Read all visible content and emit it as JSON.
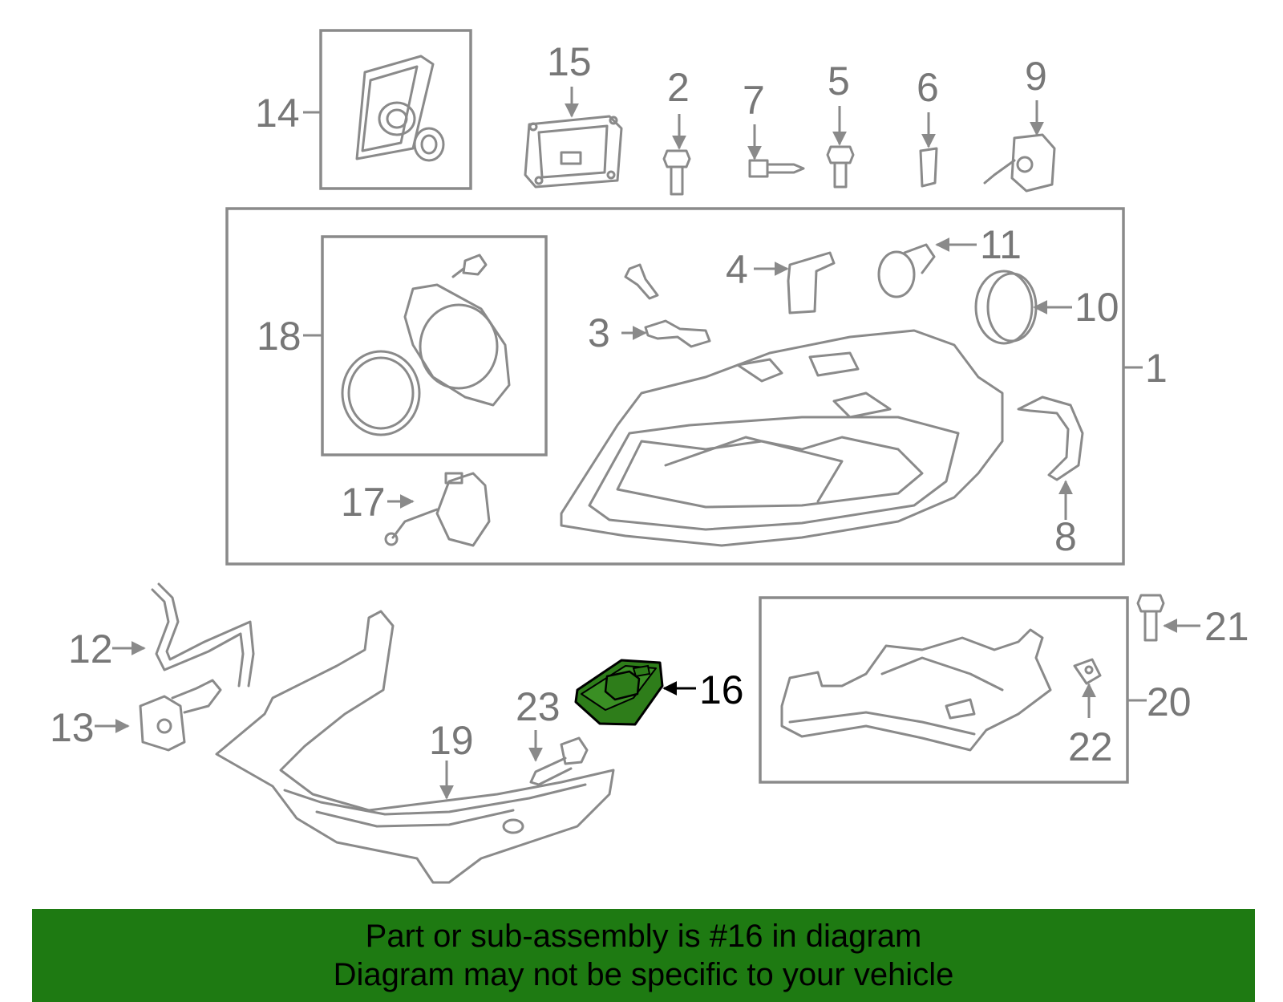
{
  "highlighted_part": "16",
  "highlight_color": "#2e7d1a",
  "banner_color": "#1e7a12",
  "callouts": {
    "p1": "1",
    "p2": "2",
    "p3": "3",
    "p4": "4",
    "p5": "5",
    "p6": "6",
    "p7": "7",
    "p8": "8",
    "p9": "9",
    "p10": "10",
    "p11": "11",
    "p12": "12",
    "p13": "13",
    "p14": "14",
    "p15": "15",
    "p16": "16",
    "p17": "17",
    "p18": "18",
    "p19": "19",
    "p20": "20",
    "p21": "21",
    "p22": "22",
    "p23": "23"
  },
  "banner": {
    "line1": "Part or sub-assembly is #16 in diagram",
    "line2": "Diagram may not be specific to your vehicle"
  }
}
